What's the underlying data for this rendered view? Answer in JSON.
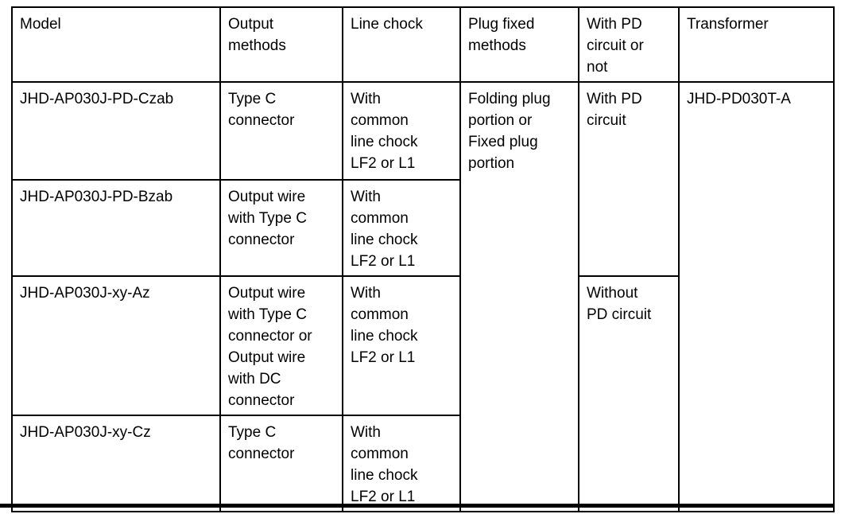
{
  "table": {
    "headers": {
      "model": "Model",
      "output_methods": "Output\nmethods",
      "line_chock": "Line chock",
      "plug_fixed_methods": "Plug fixed\nmethods",
      "with_pd_circuit_or_not": "With PD\ncircuit or\nnot",
      "transformer": "Transformer"
    },
    "rows": [
      {
        "model": "JHD-AP030J-PD-Czab",
        "output_methods": "Type C\nconnector",
        "line_chock": "With\ncommon\nline chock\nLF2 or L1"
      },
      {
        "model": "JHD-AP030J-PD-Bzab",
        "output_methods": "Output wire\nwith Type C\nconnector",
        "line_chock": "With\ncommon\nline chock\nLF2 or L1"
      },
      {
        "model": "JHD-AP030J-xy-Az",
        "output_methods": "Output wire\nwith Type C\nconnector or\nOutput wire\nwith DC\nconnector",
        "line_chock": "With\ncommon\nline chock\nLF2 or L1"
      },
      {
        "model": "JHD-AP030J-xy-Cz",
        "output_methods": "Type C\nconnector",
        "line_chock": "With\ncommon\nline chock\nLF2 or L1"
      }
    ],
    "merged_cells": {
      "plug_fixed_methods": "Folding plug\nportion or\nFixed plug\nportion",
      "with_pd_circuit": "With PD\ncircuit",
      "without_pd_circuit": "Without\nPD circuit",
      "transformer": "JHD-PD030T-A"
    }
  },
  "colors": {
    "text": "#000000",
    "border": "#000000",
    "background": "#ffffff"
  }
}
